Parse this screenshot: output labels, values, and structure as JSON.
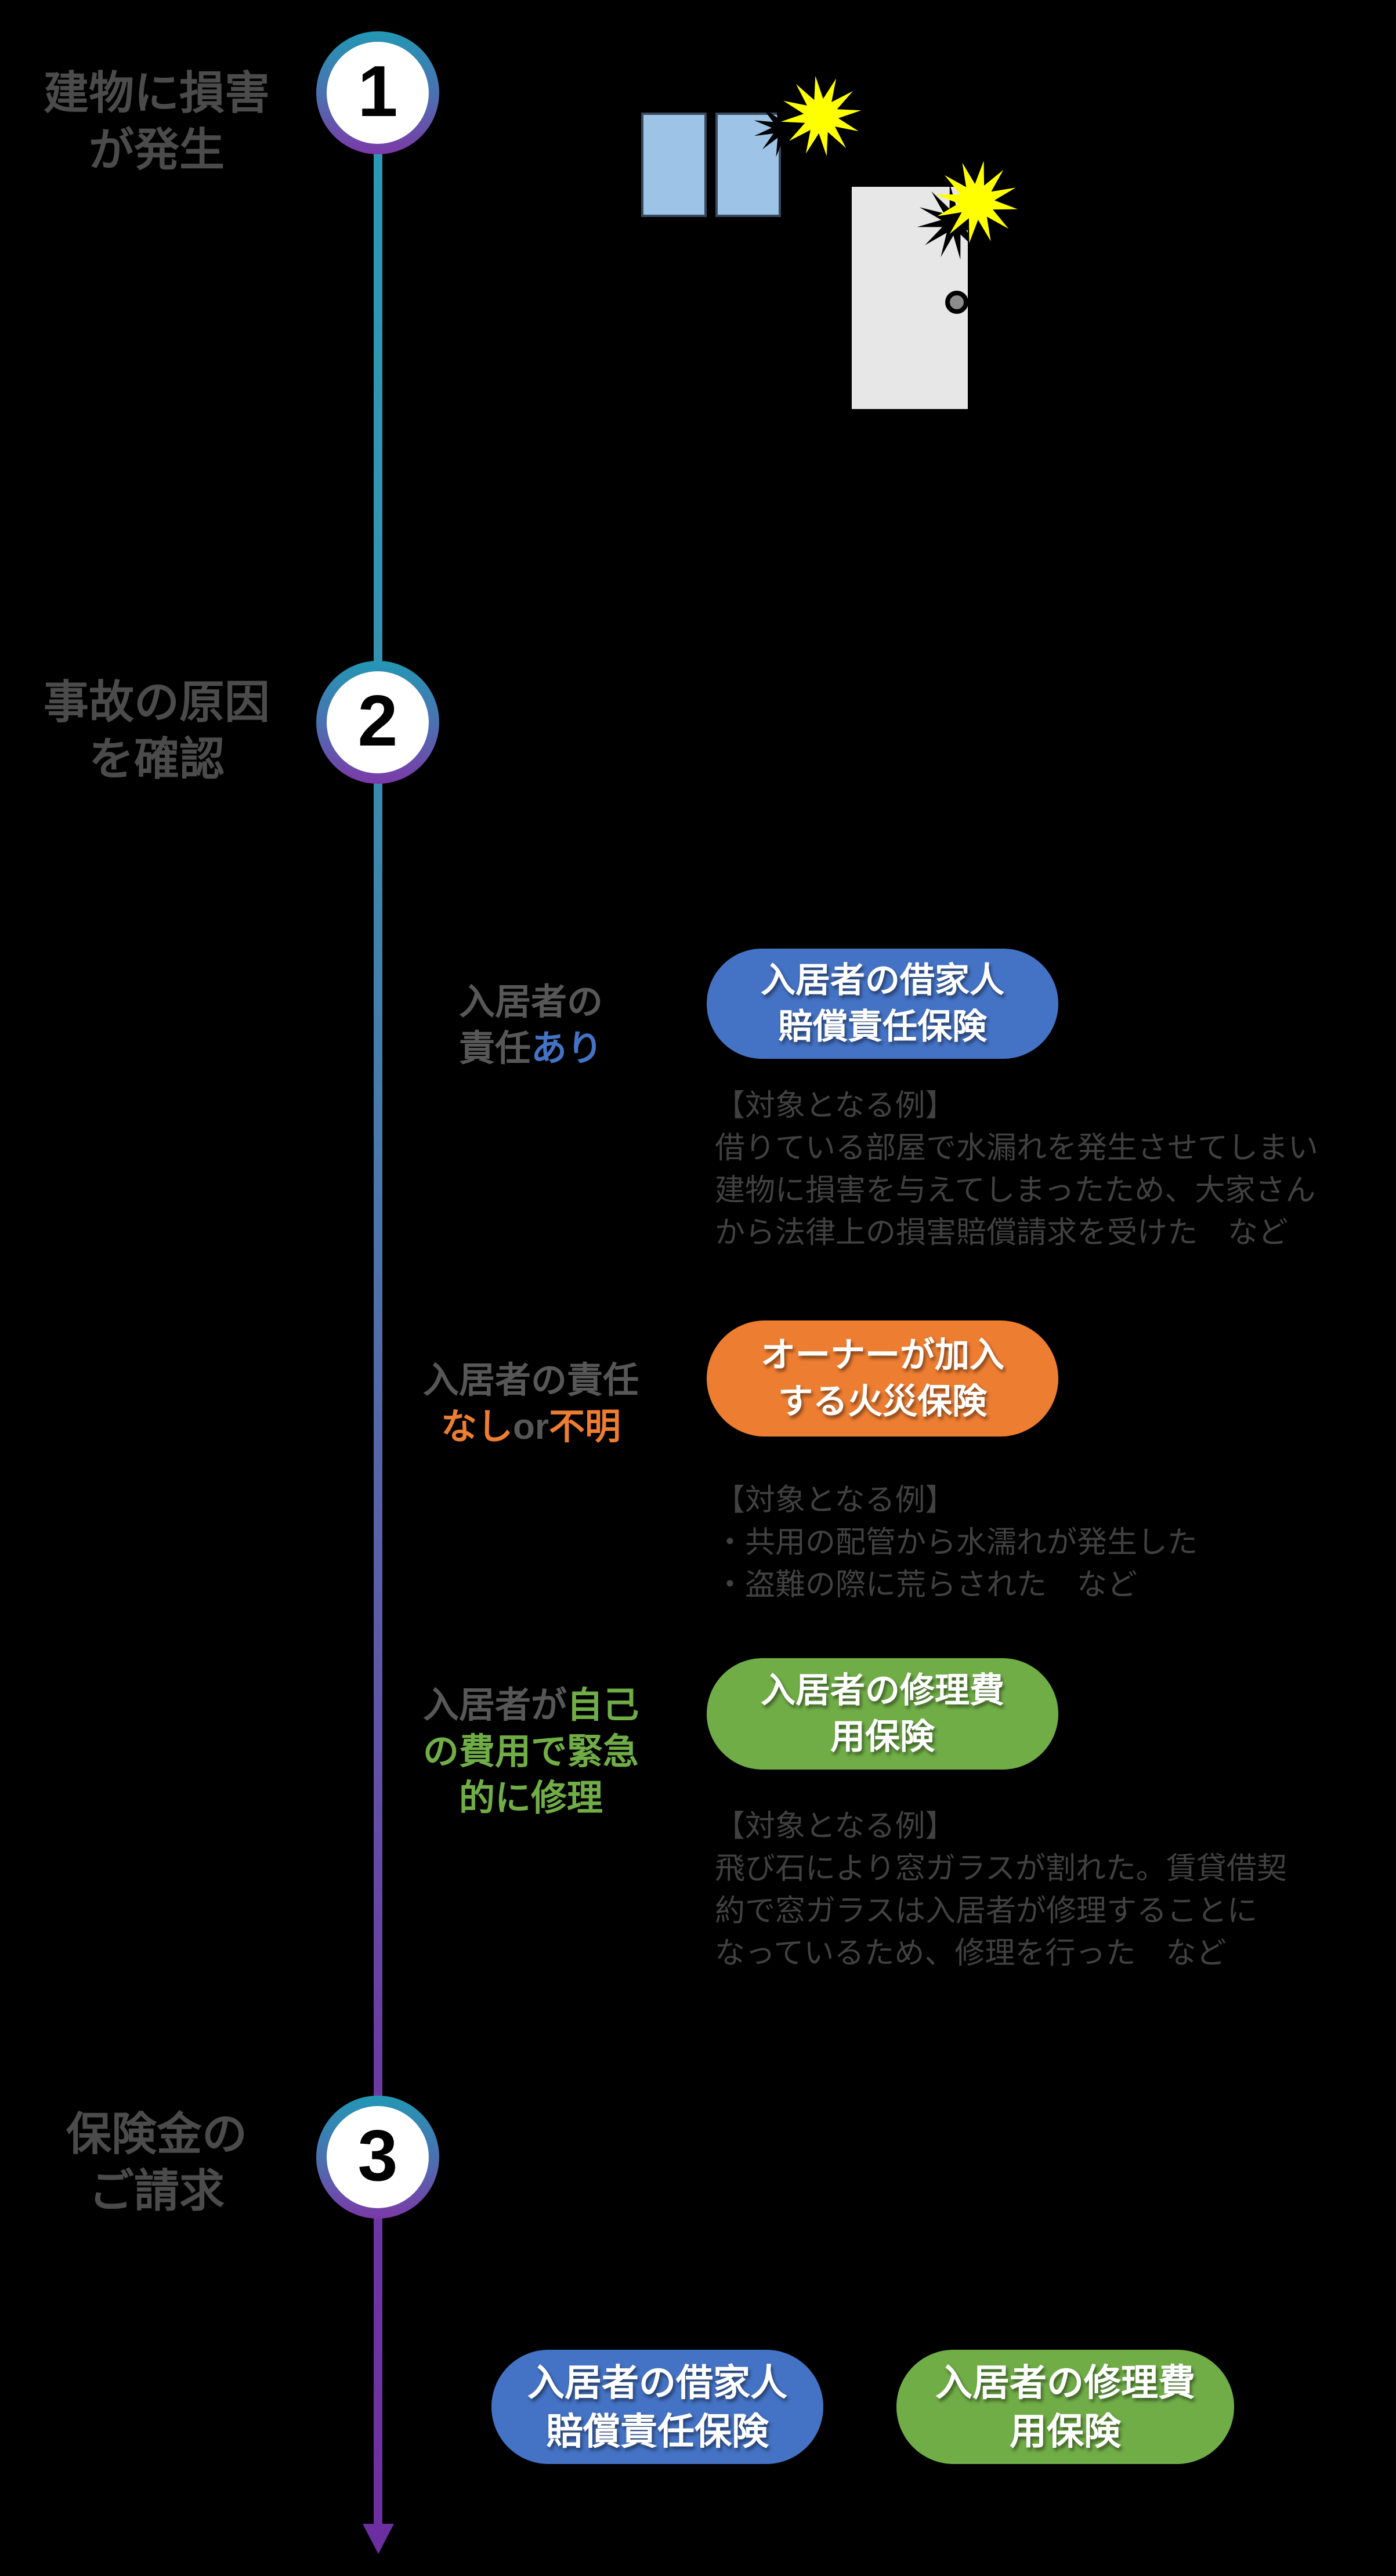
{
  "page": {
    "background": "#000000"
  },
  "timeline": {
    "teal": "#2B9AB5",
    "purple": "#7030A0",
    "arrow_color": "#6B2FA2"
  },
  "steps": [
    {
      "num": "1",
      "label_lines": [
        "建物に損害",
        "が発生"
      ]
    },
    {
      "num": "2",
      "label_lines": [
        "事故の原因",
        "を確認"
      ]
    },
    {
      "num": "3",
      "label_lines": [
        "保険金の",
        "ご請求"
      ]
    }
  ],
  "illustration": {
    "window_icon": "broken-window",
    "door_icon": "broken-door",
    "burst_icon": "impact-burst",
    "burst_color": "#FFFF00",
    "pane_color": "#9DC3E6",
    "pane_border_color": "#3A4A5E",
    "door_color": "#E7E7E7",
    "knob_color": "#8C8C8C"
  },
  "branches": [
    {
      "condition": {
        "l1": "入居者の",
        "l2_gray": "責任",
        "l2_accent": "あり"
      },
      "pill": {
        "l1": "入居者の借家人",
        "l2": "賠償責任保険",
        "color": "#4472C4"
      },
      "example": {
        "title": "【対象となる例】",
        "lines": [
          "借りている部屋で水漏れを発生させてしまい",
          "建物に損害を与えてしまったため、大家さん",
          "から法律上の損害賠償請求を受けた　など"
        ]
      }
    },
    {
      "condition": {
        "l1": "入居者の責任",
        "l2_accent1": "なし",
        "l2_gray": "or",
        "l2_accent2": "不明"
      },
      "pill": {
        "l1": "オーナーが加入",
        "l2": "する火災保険",
        "color": "#ED7D31"
      },
      "example": {
        "title": "【対象となる例】",
        "lines": [
          "・共用の配管から水濡れが発生した",
          "・盗難の際に荒らされた　など"
        ]
      }
    },
    {
      "condition": {
        "l1_gray": "入居者が",
        "l1_accent": "自己",
        "l2": "の費用で緊急",
        "l3": "的に修理"
      },
      "pill": {
        "l1": "入居者の修理費",
        "l2": "用保険",
        "color": "#70AD47"
      },
      "example": {
        "title": "【対象となる例】",
        "lines": [
          "飛び石により窓ガラスが割れた。賃貸借契",
          "約で窓ガラスは入居者が修理することに",
          "なっているため、修理を行った　など"
        ]
      }
    }
  ],
  "results": [
    {
      "l1": "入居者の借家人",
      "l2": "賠償責任保険",
      "color": "#4472C4"
    },
    {
      "l1": "入居者の修理費",
      "l2": "用保険",
      "color": "#70AD47"
    }
  ]
}
